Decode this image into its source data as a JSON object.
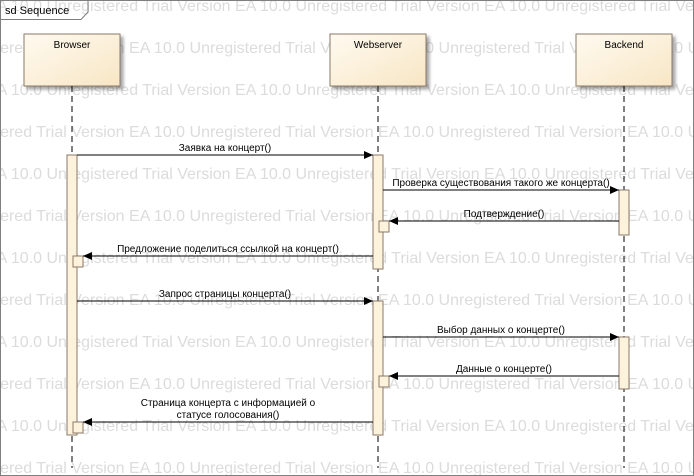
{
  "frame": {
    "label": "sd Sequence"
  },
  "watermark": {
    "text": "EA 10.0 Unregistered Trial Version"
  },
  "lifelines": [
    {
      "id": "browser",
      "name": "Browser"
    },
    {
      "id": "webserver",
      "name": "Webserver"
    },
    {
      "id": "backend",
      "name": "Backend"
    }
  ],
  "messages": [
    {
      "from": "browser",
      "to": "webserver",
      "lines": [
        "Заявка на концерт()"
      ]
    },
    {
      "from": "webserver",
      "to": "backend",
      "lines": [
        "Проверка существования такого же концерта()"
      ]
    },
    {
      "from": "backend",
      "to": "webserver",
      "lines": [
        "Подтверждение()"
      ]
    },
    {
      "from": "webserver",
      "to": "browser",
      "lines": [
        "Предложение поделиться ссылкой на концерт()"
      ]
    },
    {
      "from": "browser",
      "to": "webserver",
      "lines": [
        "Запрос страницы концерта()"
      ]
    },
    {
      "from": "webserver",
      "to": "backend",
      "lines": [
        "Выбор данных о концерте()"
      ]
    },
    {
      "from": "backend",
      "to": "webserver",
      "lines": [
        "Данные о концерте()"
      ]
    },
    {
      "from": "webserver",
      "to": "browser",
      "lines": [
        "Страница концерта с информацией о",
        "статусе голосования()"
      ]
    }
  ],
  "colors": {
    "head_fill": "#fdf3dc",
    "head_stroke": "#8a7a68",
    "line": "#000000"
  }
}
